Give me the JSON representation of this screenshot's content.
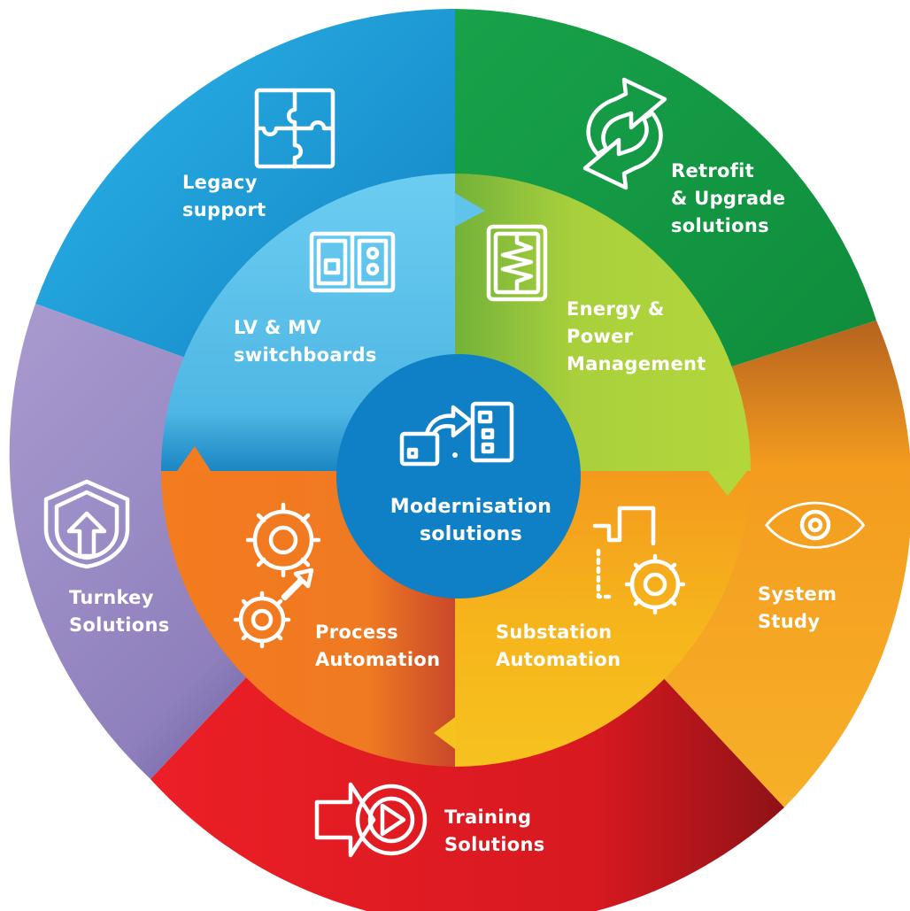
{
  "center": {
    "lines": [
      "Modernisation",
      "solutions"
    ],
    "icon": "modernisation-arrow-icon",
    "color": "#0f7fc6"
  },
  "outer_segments": [
    {
      "id": "legacy",
      "lines": [
        "Legacy",
        "support"
      ],
      "icon": "puzzle-icon",
      "color": "#1aa0db"
    },
    {
      "id": "retrofit",
      "lines": [
        "Retrofit",
        "& Upgrade",
        "solutions"
      ],
      "icon": "refresh-arrows-icon",
      "color": "#1fa64a"
    },
    {
      "id": "system-study",
      "lines": [
        "System",
        "Study"
      ],
      "icon": "eye-icon",
      "color": "#f5a623"
    },
    {
      "id": "training",
      "lines": [
        "Training",
        "Solutions"
      ],
      "icon": "target-arrow-icon",
      "color": "#e31e24"
    },
    {
      "id": "turnkey",
      "lines": [
        "Turnkey",
        "Solutions"
      ],
      "icon": "shield-arrow-icon",
      "color": "#9b8fc4"
    }
  ],
  "inner_segments": [
    {
      "id": "lv-mv",
      "lines": [
        "LV & MV",
        "switchboards"
      ],
      "icon": "switchboard-icon",
      "color": "#5fc3ea"
    },
    {
      "id": "energy",
      "lines": [
        "Energy &",
        "Power",
        "Management"
      ],
      "icon": "coil-panel-icon",
      "color": "#9cc93c"
    },
    {
      "id": "substation",
      "lines": [
        "Substation",
        "Automation"
      ],
      "icon": "substation-gear-icon",
      "color": "#f4b818"
    },
    {
      "id": "process",
      "lines": [
        "Process",
        "Automation"
      ],
      "icon": "gears-icon",
      "color": "#f07822"
    }
  ]
}
